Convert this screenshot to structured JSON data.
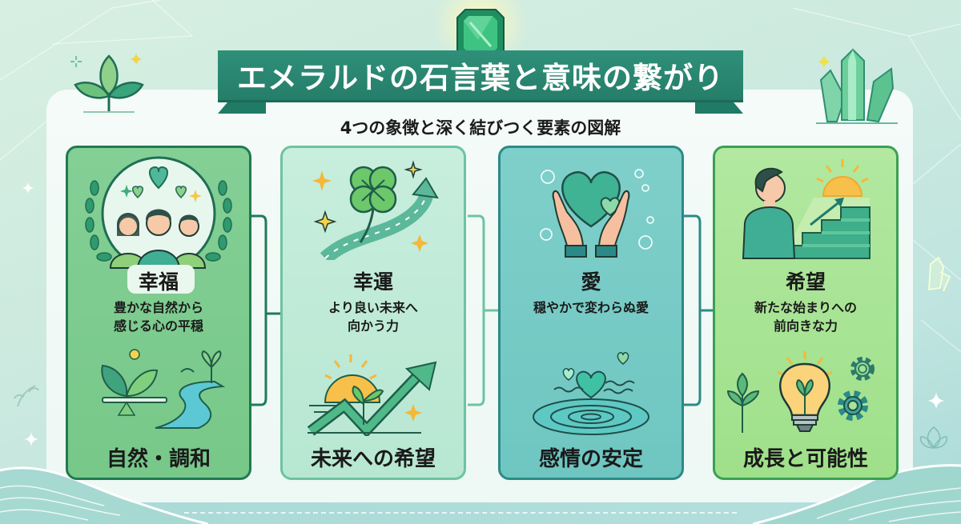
{
  "header": {
    "title": "エメラルドの石言葉と意味の繋がり",
    "subtitle": "4つの象徴と深く結びつく要素の図解",
    "gem_icon": "emerald-gem-icon"
  },
  "decorations": {
    "top_left": "sprout-leaves-icon",
    "top_right": "crystal-cluster-icon",
    "right_edge": [
      "crystal-outline-icon",
      "sparkle-icon",
      "lotus-icon"
    ],
    "left_edge": [
      "leaf-sprig-icon",
      "sparkle-icon"
    ]
  },
  "colors": {
    "banner": "#257e69",
    "card_1": "#7ccb8e",
    "card_2": "#bfeada",
    "card_3": "#77cac5",
    "card_4": "#a8e494",
    "connector": "#1f7a5c",
    "background": "#cdeadf"
  },
  "cards": [
    {
      "heading": "幸福",
      "description": "豊かな自然から\n感じる心の平穏",
      "top_icon": "happy-family-wreath-icon",
      "bottom_icon": "balance-plant-river-icon",
      "footer": "自然・調和"
    },
    {
      "heading": "幸運",
      "description": "より良い未来へ\n向かう力",
      "top_icon": "four-leaf-clover-path-icon",
      "bottom_icon": "sunrise-growth-arrow-icon",
      "footer": "未来への希望"
    },
    {
      "heading": "愛",
      "description": "穏やかで変わらぬ愛",
      "top_icon": "hands-holding-heart-icon",
      "bottom_icon": "heart-water-ripple-icon",
      "footer": "感情の安定"
    },
    {
      "heading": "希望",
      "description": "新たな始まりへの\n前向きな力",
      "top_icon": "person-stairs-sunrise-icon",
      "bottom_icon": "lightbulb-sprout-gears-icon",
      "footer": "成長と可能性"
    }
  ],
  "connectors": [
    {
      "from": "幸福",
      "to": "幸運",
      "icon": "arrow-right-icon"
    },
    {
      "from": "幸運",
      "to": "愛",
      "icon": "arrow-right-icon"
    },
    {
      "from": "愛",
      "to": "希望",
      "icon": "arrow-right-icon"
    }
  ]
}
